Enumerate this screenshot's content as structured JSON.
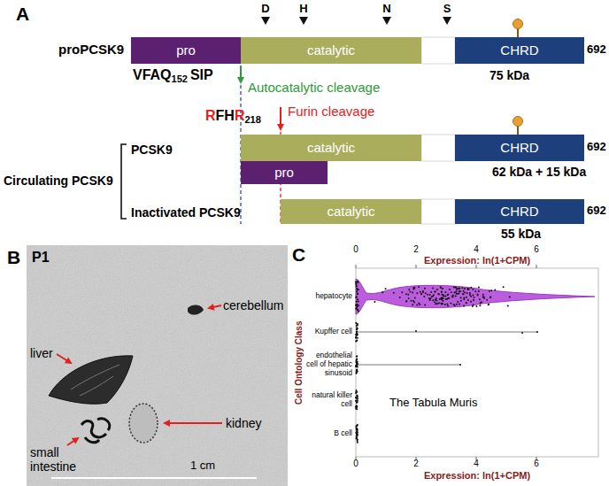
{
  "diagram": {
    "nodes": [
      {
        "text": [
          "pro"
        ]
      },
      {
        "text": [
          "catalytic"
        ]
      },
      {
        "text": [
          "CHRD"
        ]
      },
      {
        "text": [
          "catalytic"
        ]
      },
      {
        "text": [
          "CHRD"
        ]
      },
      {
        "text": [
          "pro"
        ]
      },
      {
        "text": [
          "catalytic"
        ]
      },
      {
        "text": [
          "CHRD"
        ]
      }
    ],
    "labels": [
      "A",
      "proPCSK9",
      "D",
      "H",
      "N",
      "S",
      "692",
      "75 kDa",
      "VFAQ",
      "152",
      "SIP",
      "Autocatalytic cleavage",
      "R",
      "FH",
      "R",
      "218",
      "Furin cleavage",
      "692",
      "62 kDa + 15 kDa",
      "692",
      "55 kDa",
      "PCSK9",
      "Inactivated PCSK9",
      "Circulating PCSK9",
      "B",
      "P1",
      "cerebellum",
      "liver",
      "small intestine",
      "kidney",
      "1 cm",
      "C",
      "Expression: ln(1+CPM)",
      "0",
      "2",
      "4",
      "6",
      "hepatocyte",
      "Kupffer cell",
      "endothelial cell of hepatic sinusoid",
      "natural killer cell",
      "B cell",
      "Cell Ontology Class",
      "The Tabula Muris",
      "0",
      "2",
      "4",
      "6",
      "Expression: ln(1+CPM)"
    ]
  }
}
